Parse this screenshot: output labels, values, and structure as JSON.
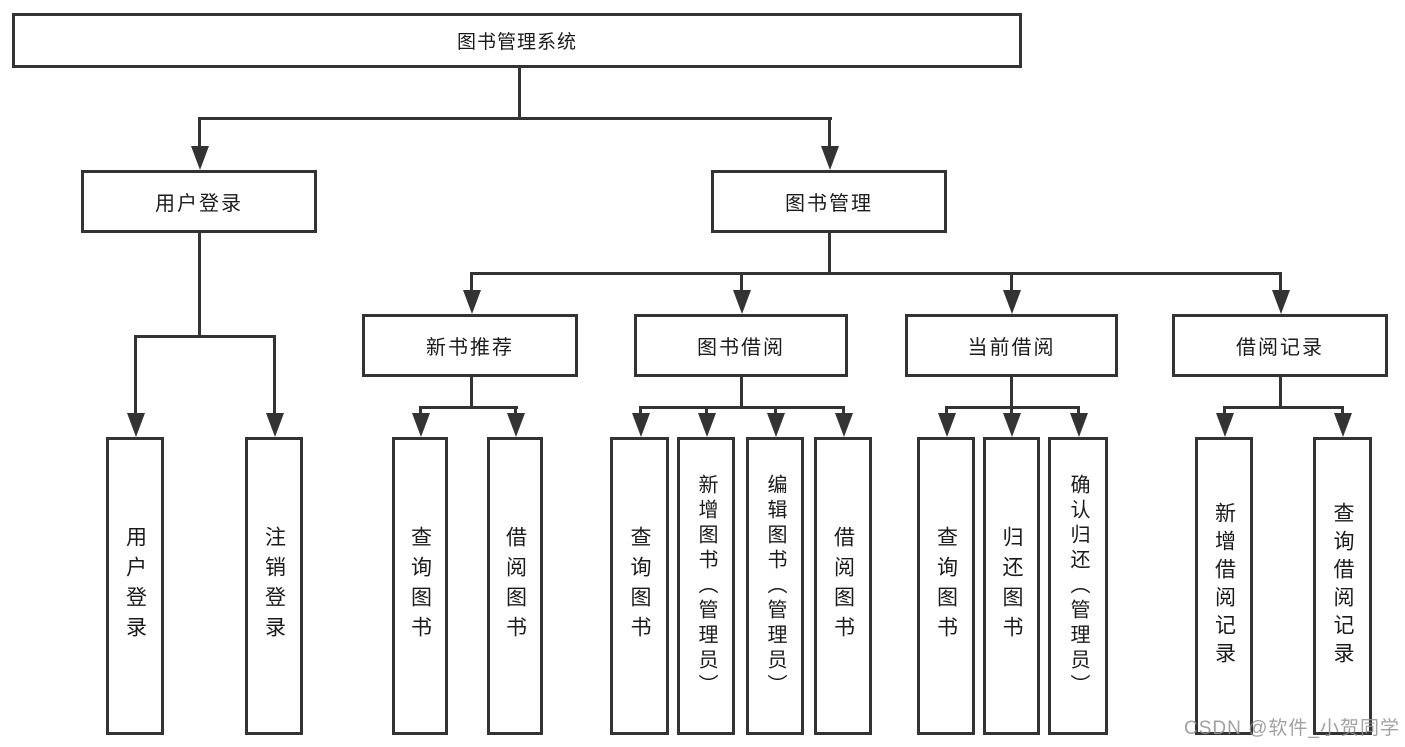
{
  "nodes": {
    "root": "图书管理系统",
    "user_login": "用户登录",
    "book_mgmt": "图书管理",
    "new_book_rec": "新书推荐",
    "book_borrow": "图书借阅",
    "current_borrow": "当前借阅",
    "borrow_record": "借阅记录",
    "leaf_user_login": "用户登录",
    "leaf_logout": "注销登录",
    "leaf_rec_query": "查询图书",
    "leaf_rec_borrow": "借阅图书",
    "leaf_bb_query": "查询图书",
    "leaf_bb_add": "新增图书（管理员）",
    "leaf_bb_edit": "编辑图书（管理员）",
    "leaf_bb_borrow": "借阅图书",
    "leaf_cb_query": "查询图书",
    "leaf_cb_return": "归还图书",
    "leaf_cb_confirm": "确认归还（管理员）",
    "leaf_br_add": "新增借阅记录",
    "leaf_br_query": "查询借阅记录"
  },
  "hierarchy": {
    "label": "图书管理系统",
    "children": [
      {
        "label": "用户登录",
        "children": [
          "用户登录",
          "注销登录"
        ]
      },
      {
        "label": "图书管理",
        "children": [
          {
            "label": "新书推荐",
            "children": [
              "查询图书",
              "借阅图书"
            ]
          },
          {
            "label": "图书借阅",
            "children": [
              "查询图书",
              "新增图书（管理员）",
              "编辑图书（管理员）",
              "借阅图书"
            ]
          },
          {
            "label": "当前借阅",
            "children": [
              "查询图书",
              "归还图书",
              "确认归还（管理员）"
            ]
          },
          {
            "label": "借阅记录",
            "children": [
              "新增借阅记录",
              "查询借阅记录"
            ]
          }
        ]
      }
    ]
  },
  "watermark": {
    "text": "CSDN @软件_小贺同学"
  },
  "colors": {
    "line": "#333333",
    "text": "#1b1b1b",
    "background": "#ffffff",
    "watermark": "#949494"
  }
}
